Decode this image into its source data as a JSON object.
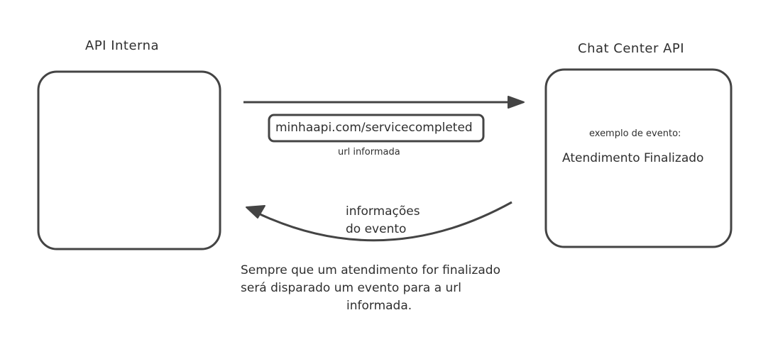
{
  "left_node": {
    "title": "API Interna"
  },
  "right_node": {
    "title": "Chat Center API",
    "subtitle": "exemplo de evento:",
    "event": "Atendimento Finalizado"
  },
  "request_edge": {
    "url": "minhaapi.com/servicecompleted",
    "caption": "url informada"
  },
  "response_edge": {
    "label_line1": "informações",
    "label_line2": "do evento"
  },
  "note": {
    "line1": "Sempre que um atendimento for finalizado",
    "line2": "será disparado um evento para a url",
    "line3": "informada."
  },
  "colors": {
    "stroke": "#444444",
    "text": "#2f2f2f"
  }
}
